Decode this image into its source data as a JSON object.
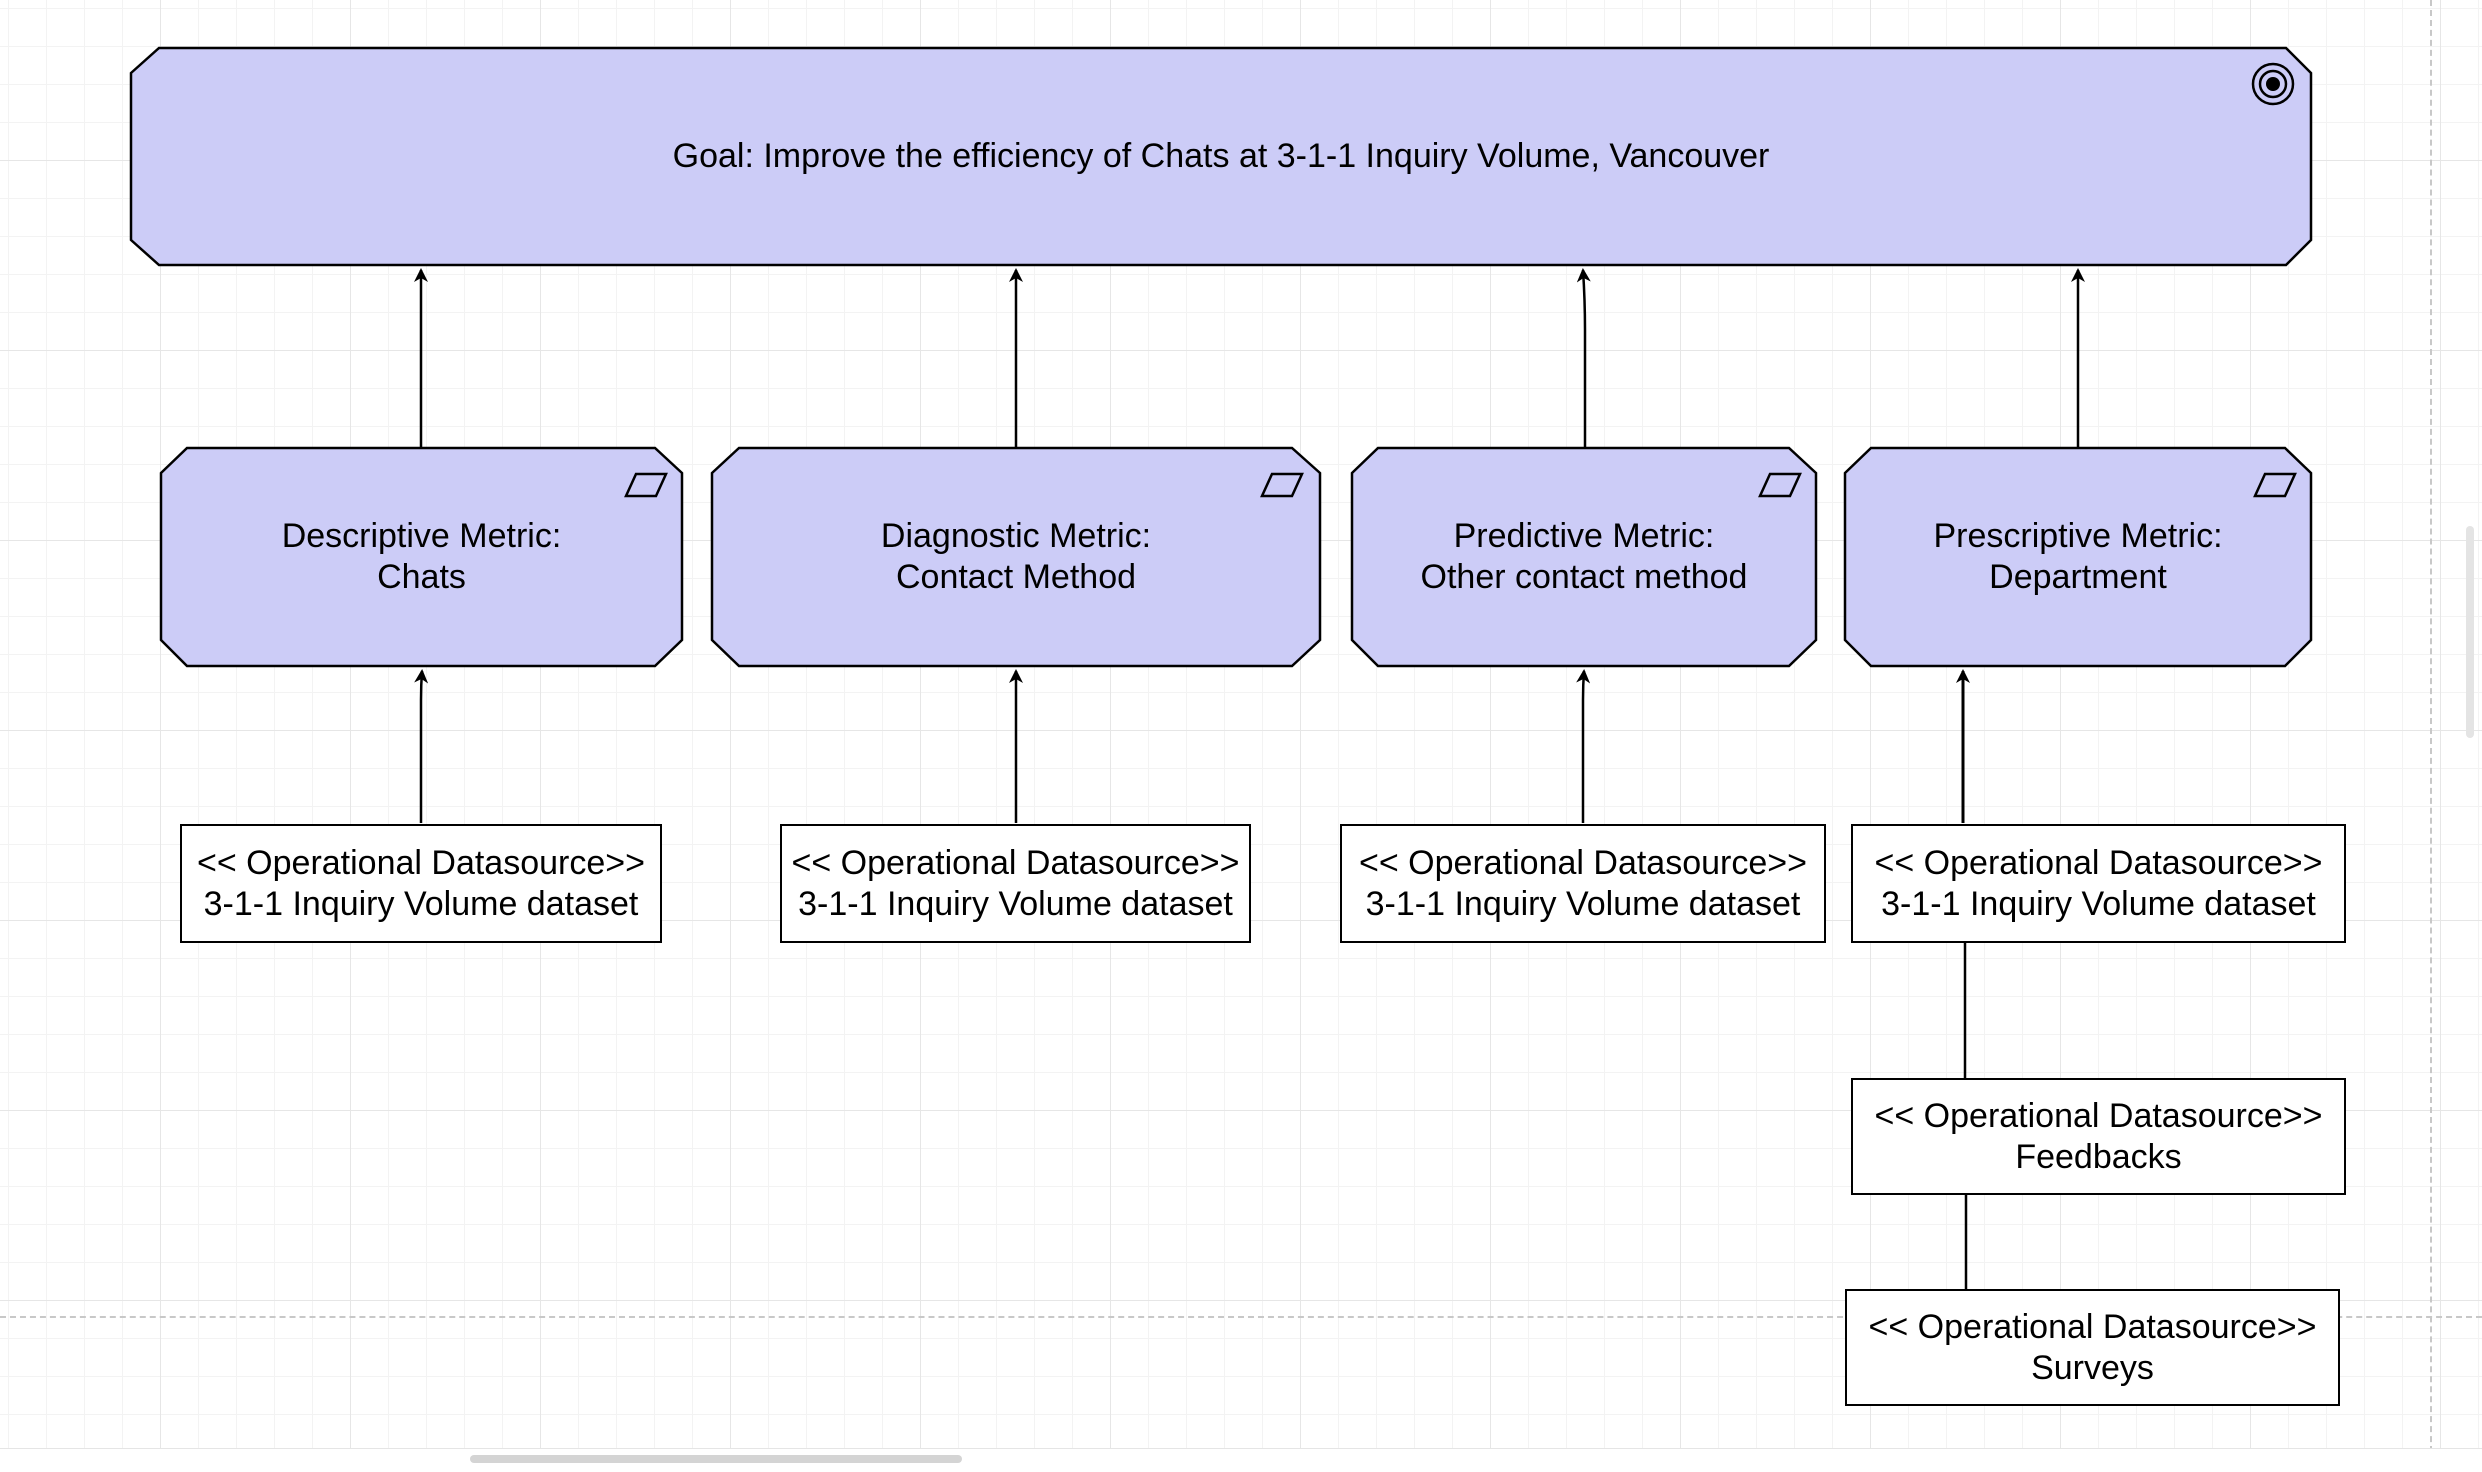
{
  "goal": {
    "label": "Goal: Improve the efficiency of Chats at 3-1-1 Inquiry Volume, Vancouver",
    "fill": "#ccccf7",
    "icon": "goal-target-icon"
  },
  "metrics": [
    {
      "line1": "Descriptive Metric:",
      "line2": "Chats",
      "icon": "parallelogram-icon"
    },
    {
      "line1": "Diagnostic Metric:",
      "line2": "Contact Method",
      "icon": "parallelogram-icon"
    },
    {
      "line1": "Predictive Metric:",
      "line2": "Other contact method",
      "icon": "parallelogram-icon"
    },
    {
      "line1": "Prescriptive Metric:",
      "line2": "Department",
      "icon": "parallelogram-icon"
    }
  ],
  "datasources": [
    {
      "stereotype": "<< Operational Datasource>>",
      "name": "3-1-1 Inquiry Volume dataset"
    },
    {
      "stereotype": "<< Operational Datasource>>",
      "name": "3-1-1 Inquiry Volume dataset"
    },
    {
      "stereotype": "<< Operational Datasource>>",
      "name": "3-1-1 Inquiry Volume dataset"
    },
    {
      "stereotype": "<< Operational Datasource>>",
      "name": "3-1-1 Inquiry Volume dataset"
    },
    {
      "stereotype": "<< Operational Datasource>>",
      "name": "Feedbacks"
    },
    {
      "stereotype": "<< Operational Datasource>>",
      "name": "Surveys"
    }
  ],
  "colors": {
    "node_fill": "#ccccf7",
    "stroke": "#000000",
    "datasource_fill": "#ffffff"
  }
}
